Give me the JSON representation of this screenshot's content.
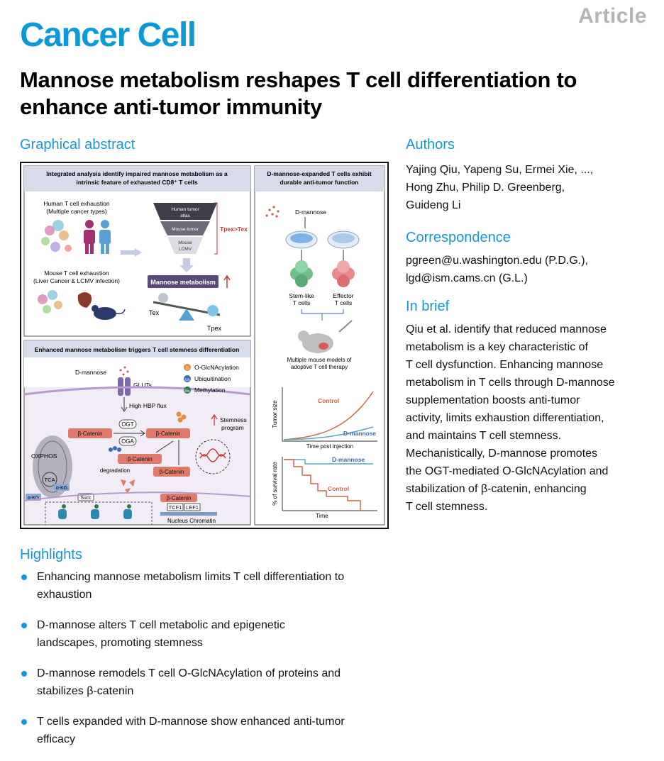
{
  "header": {
    "article_tag": "Article",
    "journal": "Cancer Cell",
    "title": "Mannose metabolism reshapes T cell differentiation to enhance anti-tumor immunity"
  },
  "sections": {
    "graphical_abstract": "Graphical abstract",
    "authors": "Authors",
    "correspondence": "Correspondence",
    "in_brief": "In brief",
    "highlights": "Highlights"
  },
  "authors": {
    "line1": "Yajing Qiu, Yapeng Su, Ermei Xie, ...,",
    "line2": "Hong Zhu, Philip D. Greenberg,",
    "line3": "Guideng Li"
  },
  "correspondence": {
    "line1": "pgreen@u.washington.edu (P.D.G.),",
    "line2": "lgd@ism.cams.cn (G.L.)"
  },
  "in_brief": [
    "Qiu et al. identify that reduced mannose",
    "metabolism is a key characteristic of",
    "T cell dysfunction. Enhancing mannose",
    "metabolism in T cells through D-mannose",
    "supplementation boosts anti-tumor",
    "activity, limits exhaustion differentiation,",
    "and maintains T cell stemness.",
    "Mechanistically, D-mannose promotes",
    "the OGT-mediated O-GlcNAcylation and",
    "stabilization of β-catenin, enhancing",
    "T cell stemness."
  ],
  "highlights": [
    {
      "l1": "Enhancing mannose metabolism limits T cell differentiation to",
      "l2": "exhaustion"
    },
    {
      "l1": "D-mannose alters T cell metabolic and epigenetic",
      "l2": "landscapes, promoting stemness"
    },
    {
      "l1": "D-mannose remodels T cell O-GlcNAcylation of proteins and",
      "l2": "stabilizes β-catenin"
    },
    {
      "l1": "T cells expanded with D-mannose show enhanced anti-tumor",
      "l2": "efficacy"
    }
  ],
  "abstract": {
    "panel1": {
      "title_l1": "Integrated analysis identify impaired mannose metabolism as a",
      "title_l2": "intrinsic feature of exhausted CD8⁺ T cells",
      "human_l1": "Human T cell exhaustion",
      "human_l2": "(Multiple cancer types)",
      "mouse_l1": "Mouse T cell exhaustion",
      "mouse_l2": "(Liver Cancer & LCMV infection)",
      "funnel1_l1": "Human tumor",
      "funnel1_l2": "atlas",
      "funnel2": "Mouse tumor",
      "funnel3_l1": "Mouse",
      "funnel3_l2": "LCMV",
      "tpex_tex": "Tpex>Tex",
      "mannose_metabolism": "Mannose metabolism",
      "tex": "Tex",
      "tpex": "Tpex"
    },
    "panel2": {
      "title_l1": "D-mannose-expanded T cells exhibit",
      "title_l2": "durable anti-tumor function",
      "dmannose": "D-mannose",
      "stem_l1": "Stem-like",
      "stem_l2": "T cells",
      "eff_l1": "Effector",
      "eff_l2": "T cells",
      "models_l1": "Multiple mouse models of",
      "models_l2": "adoptive T cell therapy",
      "tumor_chart": {
        "ylabel": "Tumor size",
        "xlabel": "Time post injection",
        "control": "Control",
        "dmannose": "D-mannose"
      },
      "survival_chart": {
        "ylabel": "% of survival rate",
        "xlabel": "Time",
        "control": "Control",
        "dmannose": "D-mannose"
      }
    },
    "panel3": {
      "title": "Enhanced mannose metabolism triggers T cell stemness differentiation",
      "dmannose": "D-mannose",
      "glcnac": "O-GlcNAcylation",
      "ubiq": "Ubiquitination",
      "methyl": "Methylation",
      "glcnac_badge": "G",
      "ubiq_badge": "Ub",
      "methyl_badge": "Me",
      "gluts": "GLUTs",
      "hbp": "High HBP flux",
      "ogt": "OGT",
      "oga": "OGA",
      "bcat": "β-Catenin",
      "stemness_l1": "Stemness",
      "stemness_l2": "program",
      "oxphos": "OXPHOS",
      "tca": "TCA",
      "akg": "α-KG",
      "succ": "Succ",
      "degradation": "degradation",
      "tcf1": "TCF1",
      "lef1": "LEF1",
      "nucleus": "Nucleus Chromatin"
    }
  }
}
